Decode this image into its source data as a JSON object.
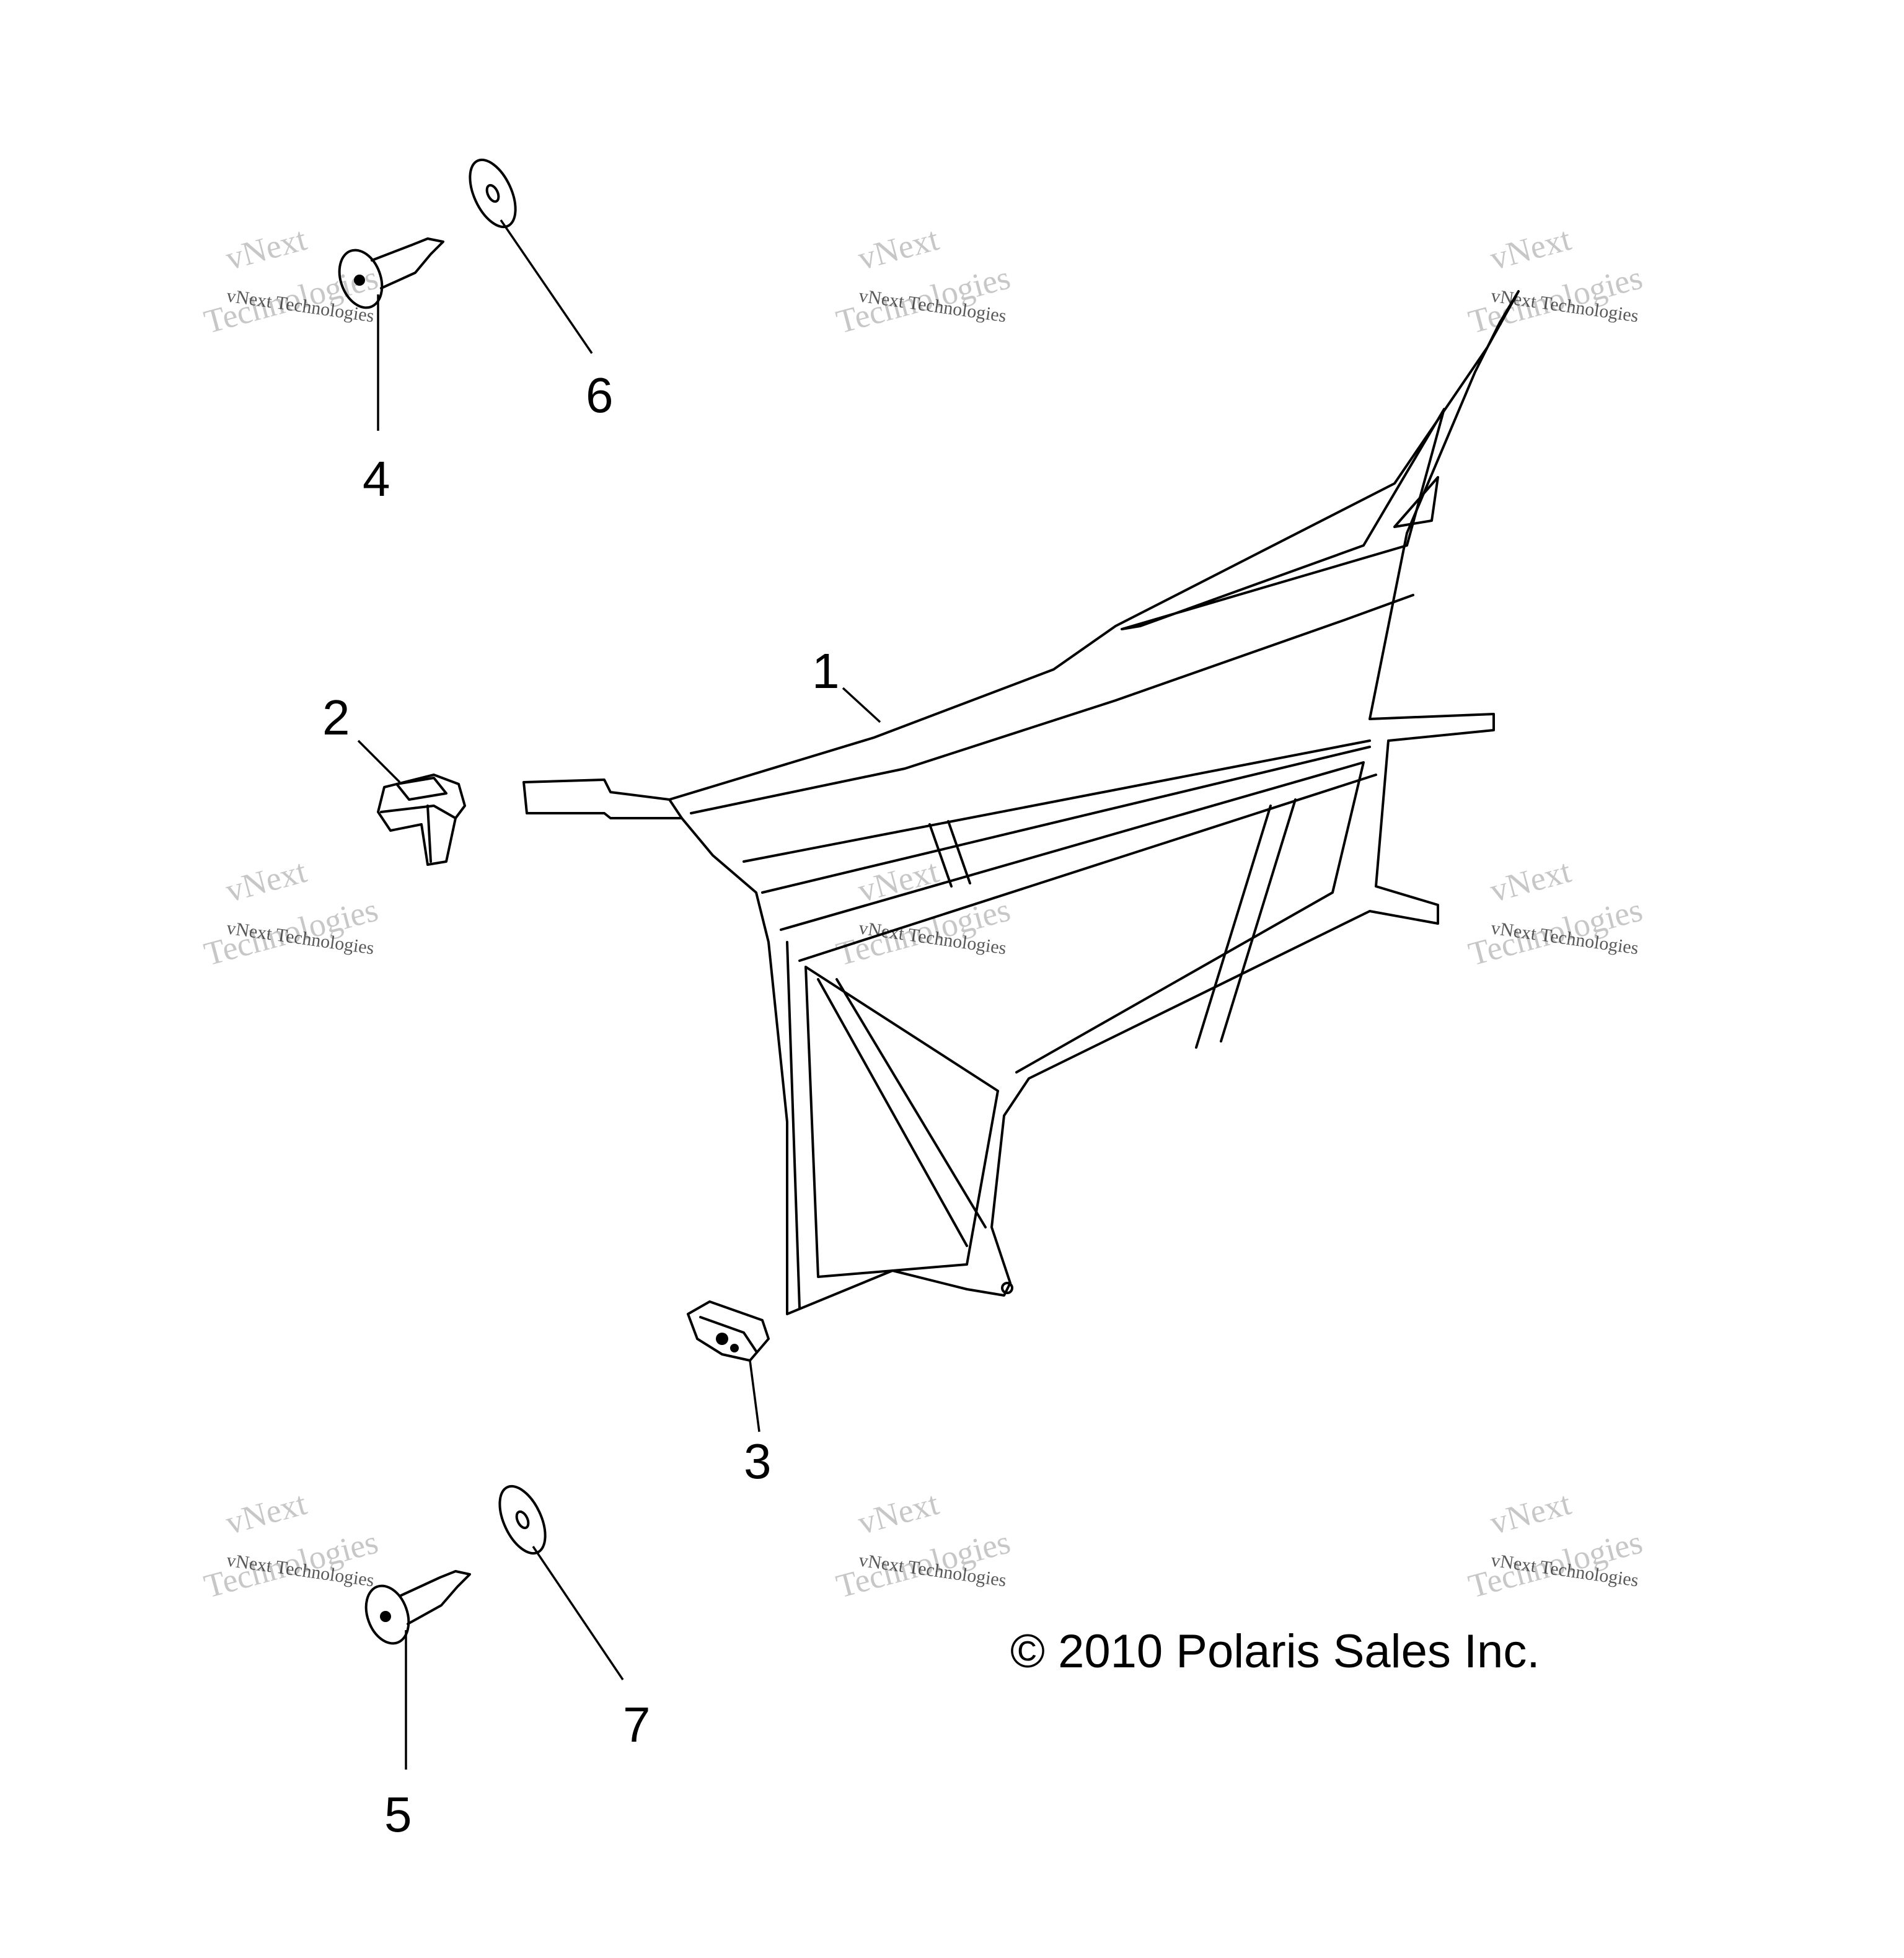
{
  "diagram": {
    "callouts": [
      {
        "id": "1",
        "label": "1"
      },
      {
        "id": "2",
        "label": "2"
      },
      {
        "id": "3",
        "label": "3"
      },
      {
        "id": "4",
        "label": "4"
      },
      {
        "id": "5",
        "label": "5"
      },
      {
        "id": "6",
        "label": "6"
      },
      {
        "id": "7",
        "label": "7"
      }
    ],
    "copyright": "© 2010 Polaris Sales Inc.",
    "watermark": {
      "line1": "vNext Technologies",
      "line2": "vNext",
      "line3": "Technologies"
    }
  }
}
